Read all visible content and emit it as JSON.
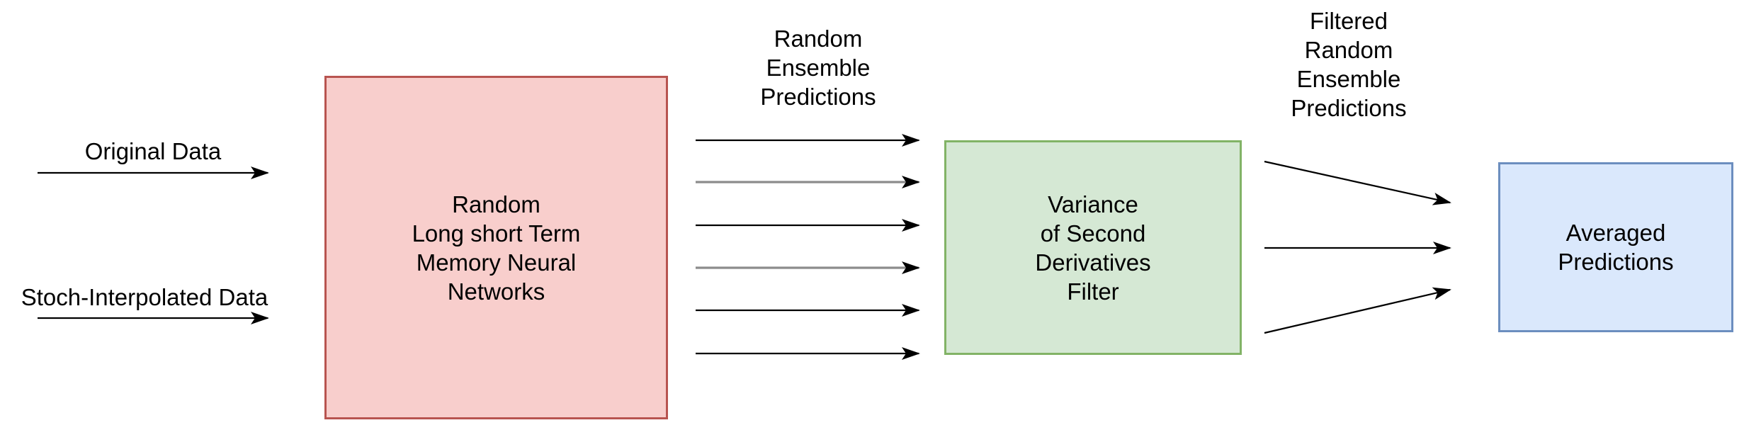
{
  "diagram": {
    "background": "#ffffff",
    "text_color": "#000000"
  },
  "inputs": {
    "original": {
      "label": "Original Data"
    },
    "stoch": {
      "label": "Stoch-Interpolated Data"
    }
  },
  "nodes": {
    "lstm": {
      "label": "Random\nLong short Term\nMemory Neural\nNetworks",
      "fill": "#f8cecc",
      "stroke": "#b85450"
    },
    "filter": {
      "label": "Variance\nof Second\nDerivatives\nFilter",
      "fill": "#d5e8d4",
      "stroke": "#82b366"
    },
    "output": {
      "label": "Averaged\nPredictions",
      "fill": "#dae8fc",
      "stroke": "#6c8ebf"
    }
  },
  "edge_labels": {
    "ensemble": {
      "label": "Random\nEnsemble\nPredictions"
    },
    "filtered": {
      "label": "Filtered\nRandom\nEnsemble\nPredictions"
    }
  },
  "arrows": {
    "black": "#000000",
    "gray": "#8c8c8c",
    "head": "#000000"
  }
}
